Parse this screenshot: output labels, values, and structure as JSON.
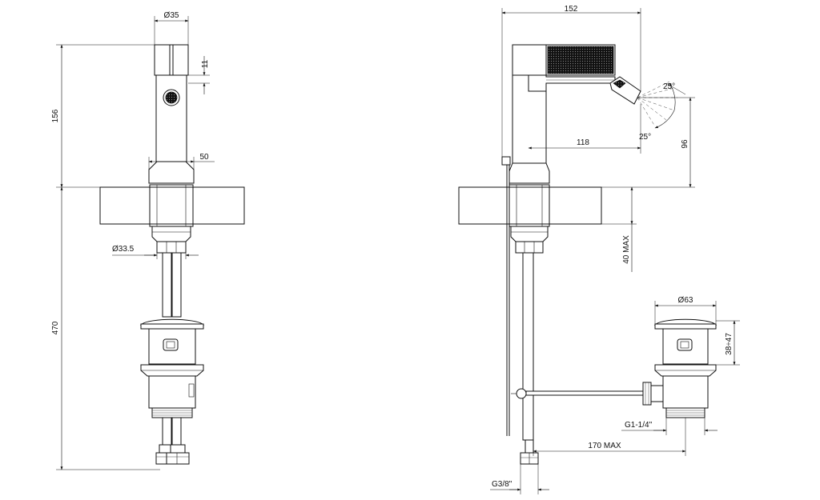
{
  "drawing": {
    "front_view": {
      "dim_top_diameter": "Ø35",
      "dim_cartridge_height": "11",
      "dim_spout_height": "156",
      "dim_base_width": "50",
      "dim_shank_diameter": "Ø33.5",
      "dim_overall_length": "470"
    },
    "side_view": {
      "dim_overall_depth": "152",
      "dim_angle_up": "25°",
      "dim_angle_down": "25°",
      "dim_spout_reach": "118",
      "dim_outlet_height": "96",
      "dim_deck_thickness": "40 MAX",
      "dim_waste_diameter": "Ø63",
      "dim_waste_height": "38÷47",
      "dim_waste_thread": "G1-1/4\"",
      "dim_rod_length": "170 MAX",
      "dim_hose_thread": "G3/8\""
    }
  }
}
